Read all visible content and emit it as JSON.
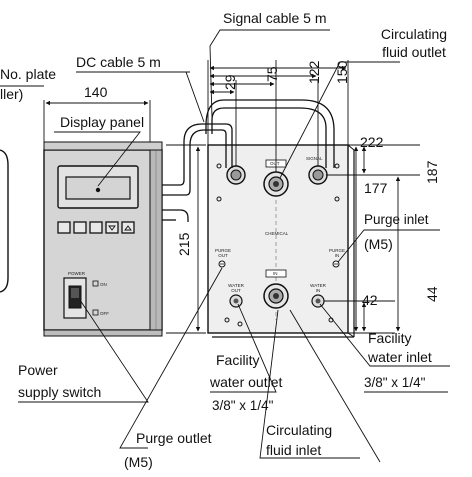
{
  "callouts": {
    "signal_cable": "Signal cable 5 m",
    "dc_cable": "DC cable 5 m",
    "no_plate": "No. plate",
    "no_plate_2": "ller)",
    "circulating_outlet_1": "Circulating",
    "circulating_outlet_2": "fluid outlet",
    "display_panel": "Display panel",
    "purge_inlet": "Purge inlet",
    "purge_inlet_m5": "(M5)",
    "facility_water_inlet_1": "Facility",
    "facility_water_inlet_2": "water inlet",
    "facility_water_inlet_size": "3/8\" x 1/4\"",
    "power_supply_1": "Power",
    "power_supply_2": "supply switch",
    "facility_water_outlet_1": "Facility",
    "facility_water_outlet_2": "water outlet",
    "facility_water_outlet_size": "3/8\" x 1/4\"",
    "purge_outlet": "Purge outlet",
    "purge_outlet_m5": "(M5)",
    "circulating_inlet_1": "Circulating",
    "circulating_inlet_2": "fluid inlet"
  },
  "dimensions": {
    "width_140": "140",
    "height_215": "215",
    "d29": "29",
    "d75": "75",
    "d122": "122",
    "d150": "150",
    "d222": "222",
    "d187": "187",
    "d177": "177",
    "d44": "44",
    "d42": "42"
  },
  "panel_text": {
    "out": "OUT",
    "signal": "SIGNAL",
    "chemical": "CHEMICAL",
    "in": "IN",
    "purge_out": "PURGE OUT",
    "purge_in": "PURGE IN",
    "water_out": "WATER OUT",
    "water_in": "WATER IN",
    "power": "POWER",
    "on": "ON",
    "off": "OFF"
  }
}
